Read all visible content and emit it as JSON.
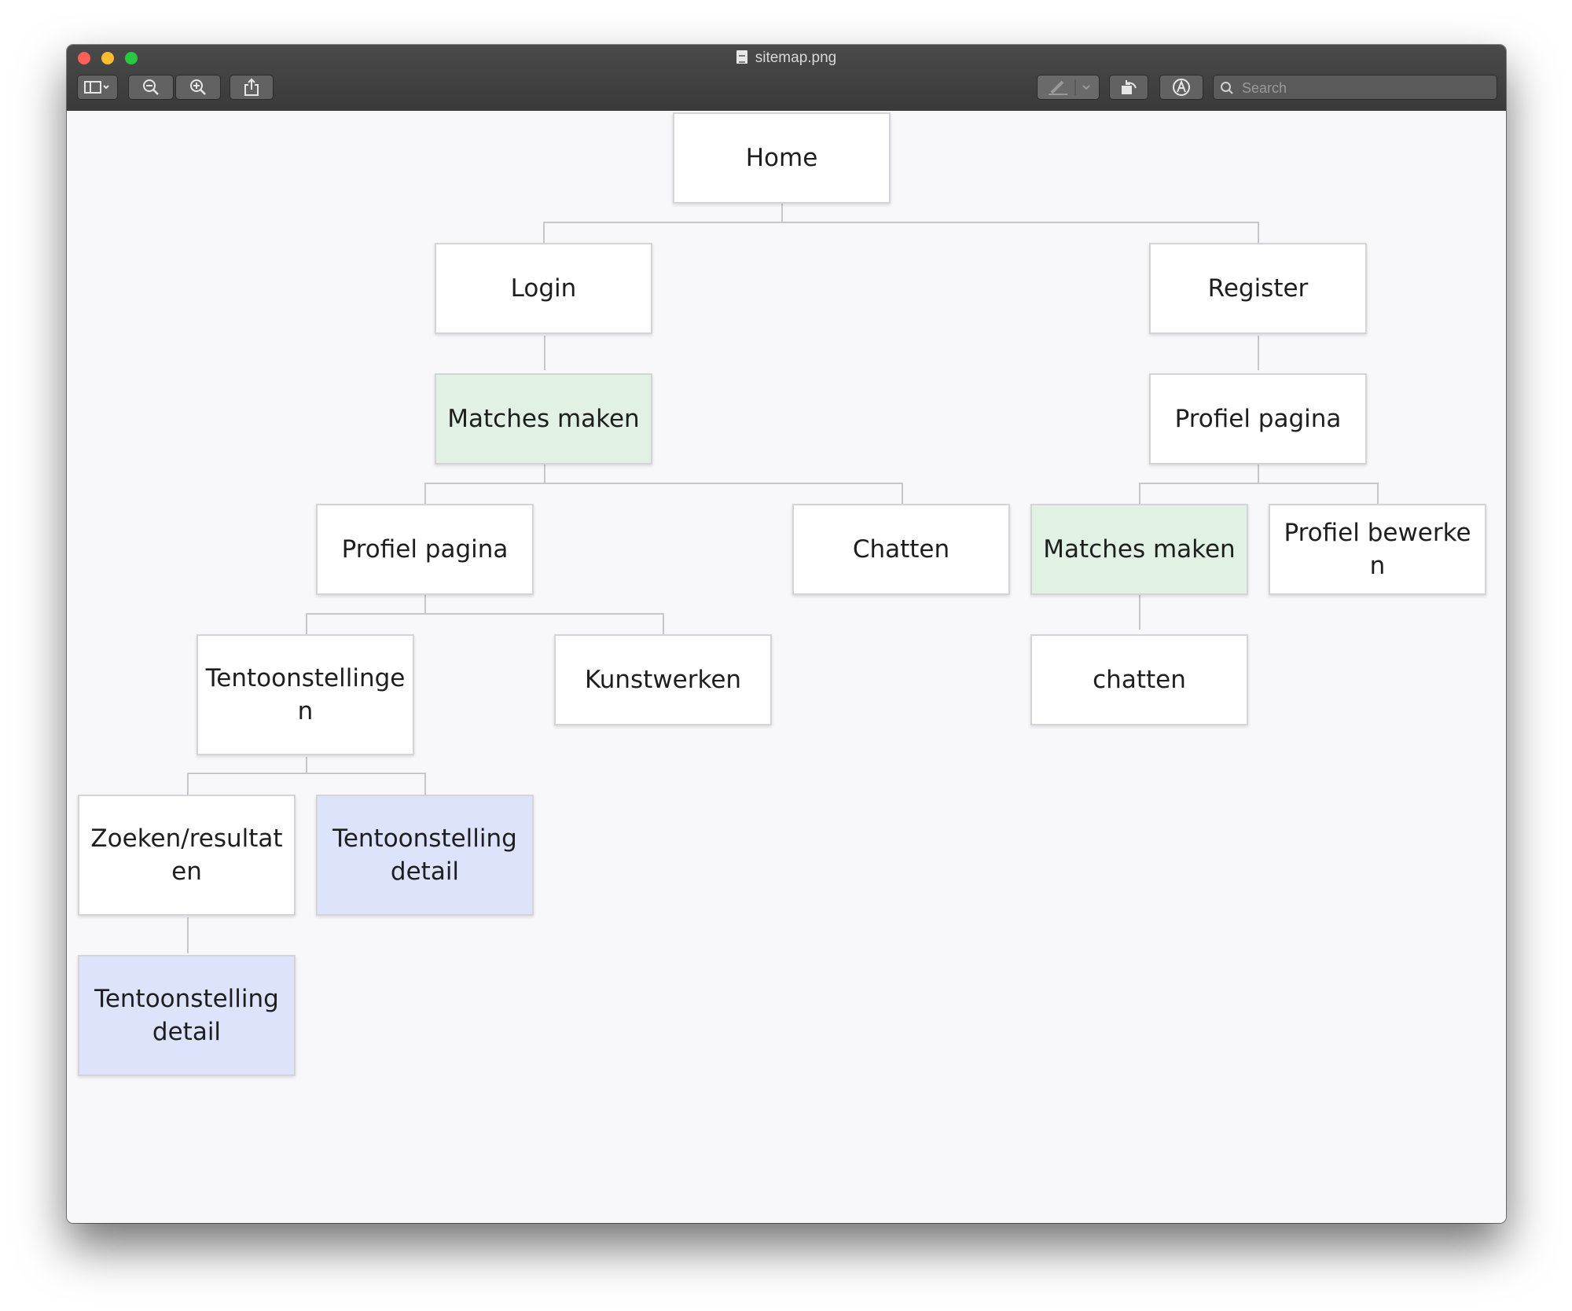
{
  "window": {
    "title": "sitemap.png"
  },
  "toolbar": {
    "search_placeholder": "Search"
  },
  "sitemap": {
    "home": "Home",
    "login": "Login",
    "register": "Register",
    "login_matches": "Matches maken",
    "register_profile": "Profiel pagina",
    "login_profile": "Profiel pagina",
    "login_chat": "Chatten",
    "register_matches": "Matches maken",
    "register_edit_profile": "Profiel bewerken",
    "exhibitions": "Tentoonstellingen",
    "artworks": "Kunstwerken",
    "register_chat": "chatten",
    "search_results": "Zoeken/resultaten",
    "exhibition_detail_a": "Tentoonstelling detail",
    "exhibition_detail_b": "Tentoonstelling detail"
  },
  "colors": {
    "highlight_green": "#e1f1e4",
    "highlight_blue": "#dce3fa"
  }
}
